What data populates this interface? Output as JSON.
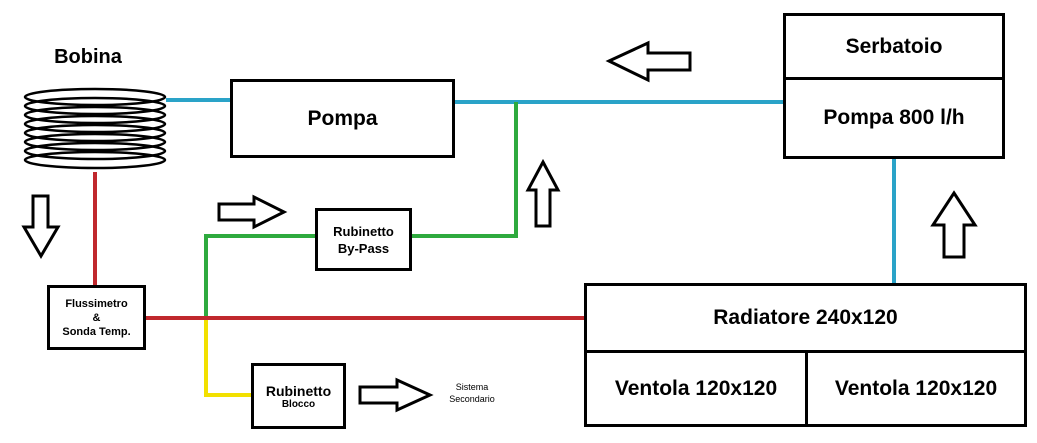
{
  "labels": {
    "bobina": "Bobina",
    "pompa": "Pompa",
    "serbatoio": "Serbatoio",
    "pompa_800": "Pompa 800 l/h",
    "rubinetto_bypass_line1": "Rubinetto",
    "rubinetto_bypass_line2": "By-Pass",
    "flussimetro_line1": "Flussimetro",
    "flussimetro_line2": "&",
    "flussimetro_line3": "Sonda Temp.",
    "radiatore": "Radiatore 240x120",
    "ventola_1": "Ventola 120x120",
    "ventola_2": "Ventola 120x120",
    "rubinetto_blocco_line1": "Rubinetto",
    "rubinetto_blocco_line2": "Blocco",
    "sistema_secondario_line1": "Sistema",
    "sistema_secondario_line2": "Secondario"
  },
  "colors": {
    "pipe_blue": "#2aa3c8",
    "pipe_green": "#2eaa3e",
    "pipe_red": "#c0282d",
    "pipe_yellow": "#f2e000",
    "outline": "#000000"
  }
}
